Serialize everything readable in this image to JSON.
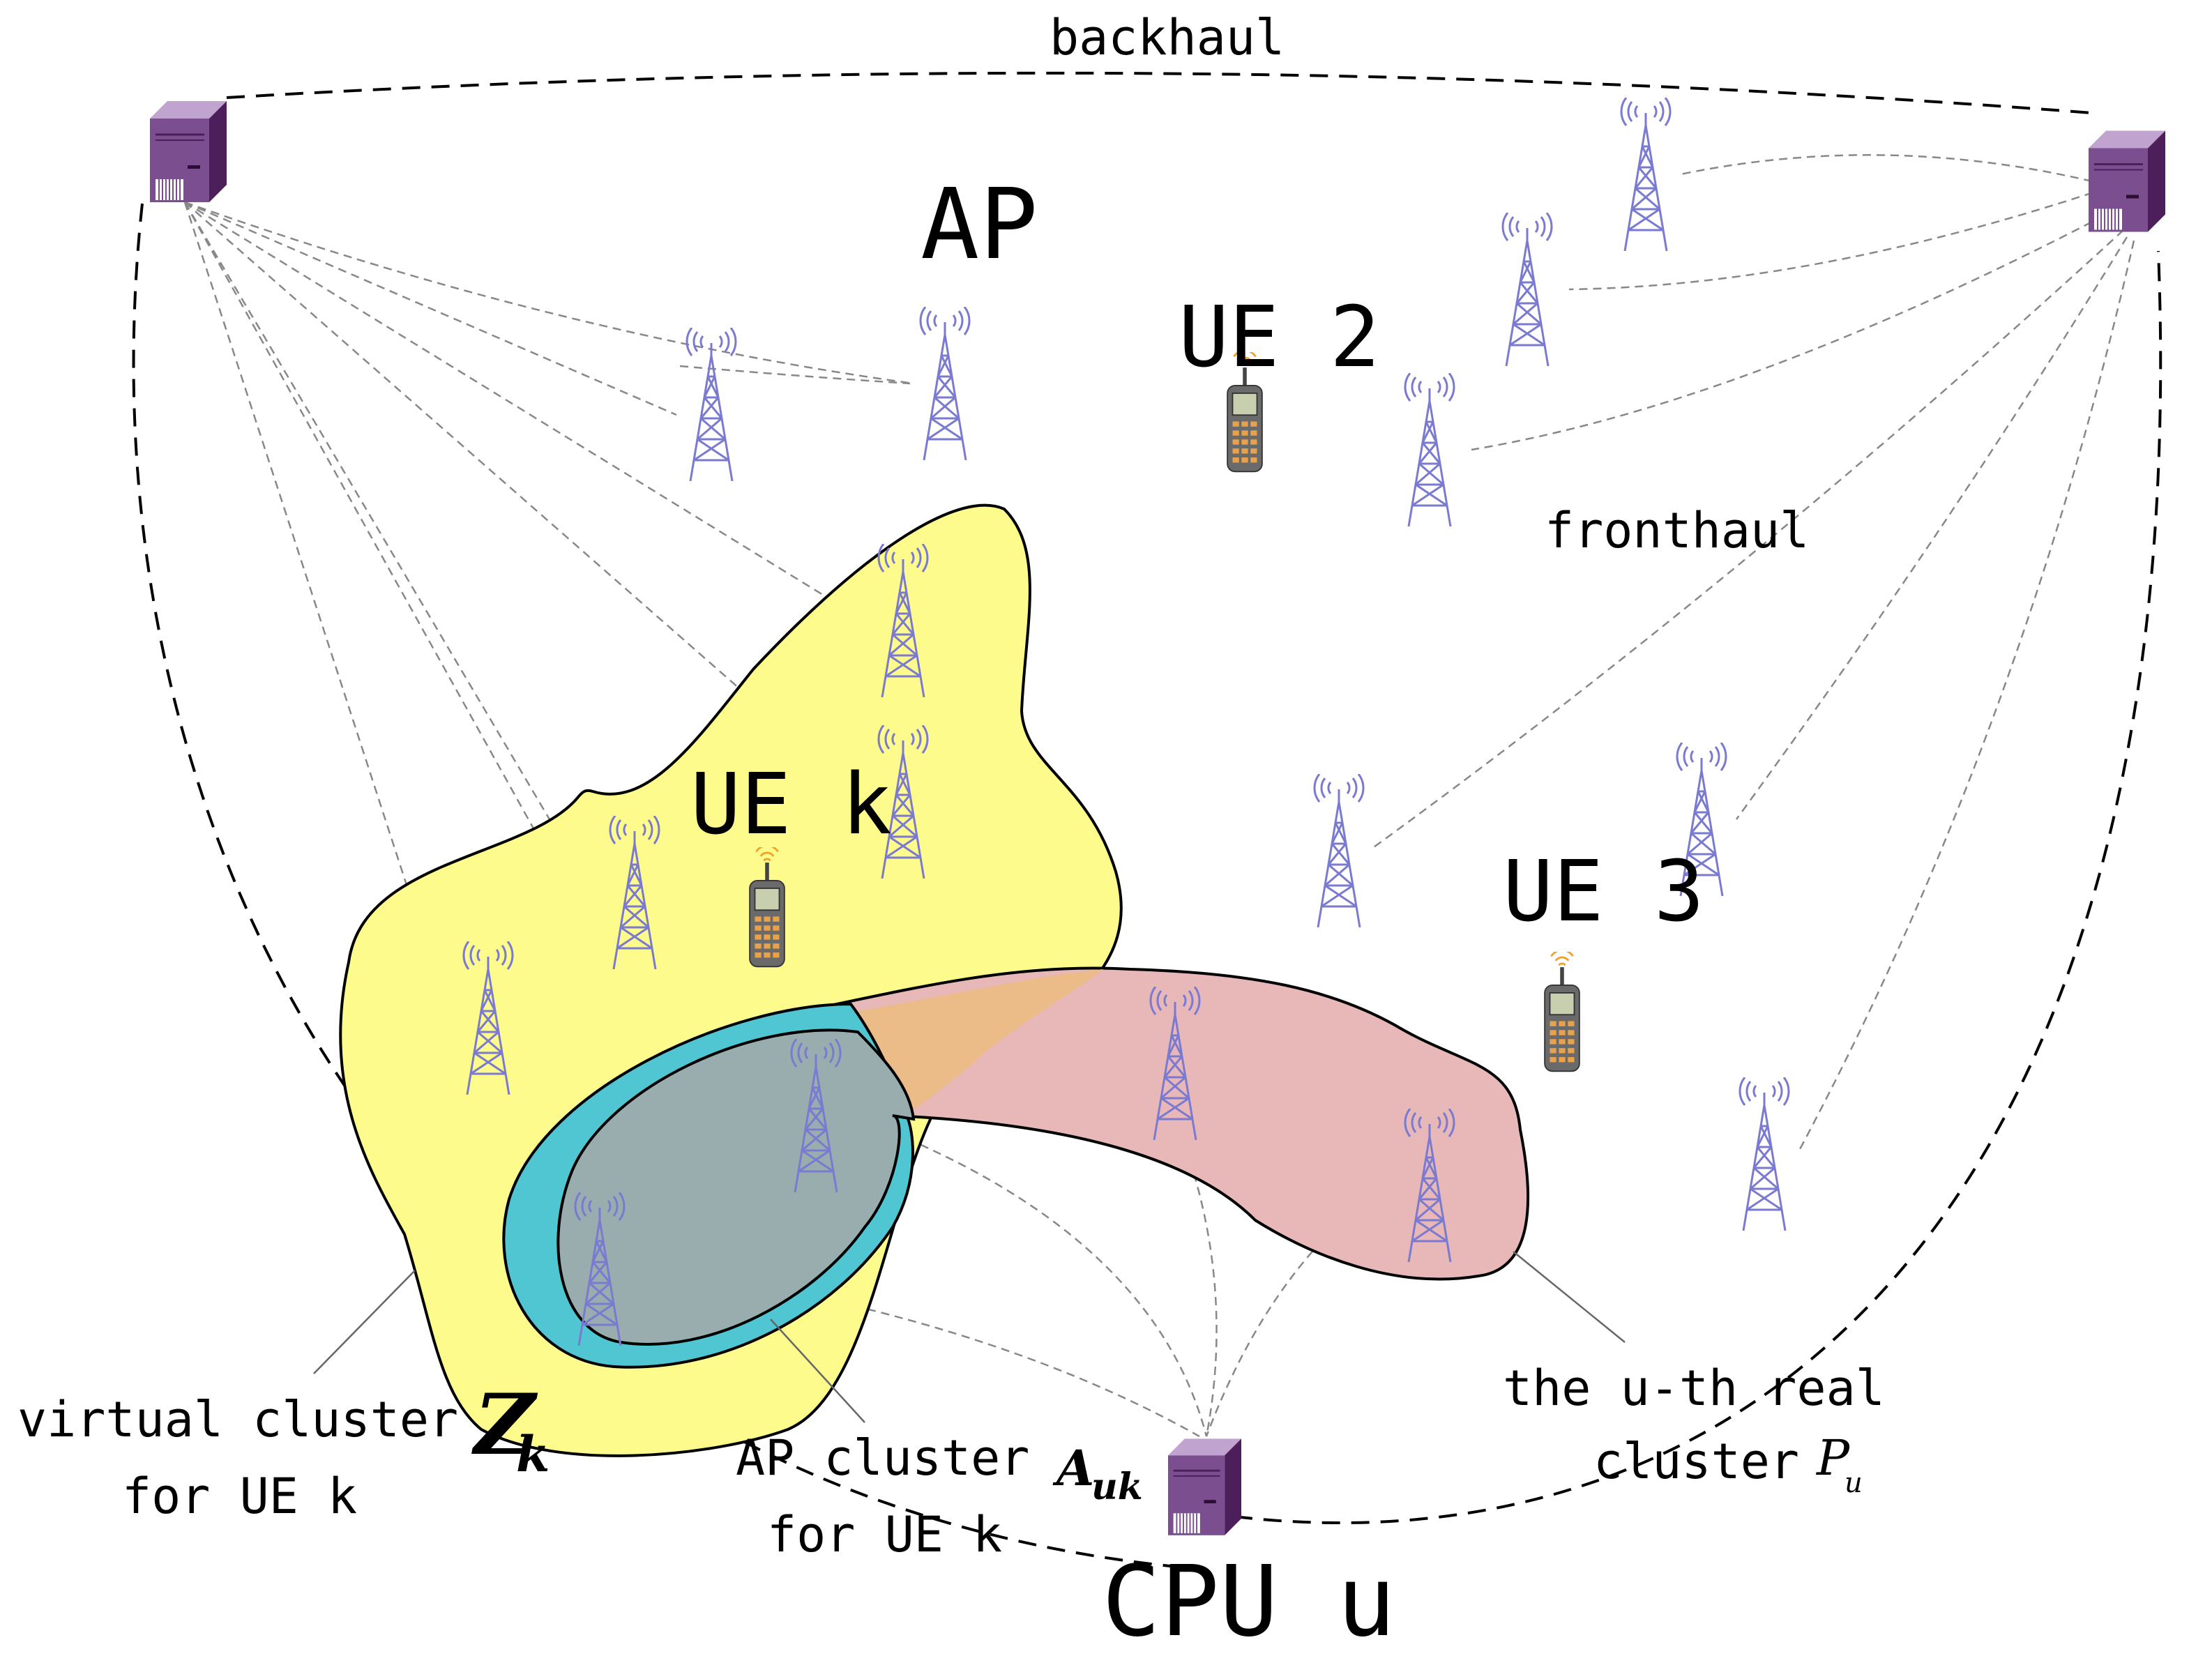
{
  "labels": {
    "backhaul": "backhaul",
    "ap": "AP",
    "ue2": "UE 2",
    "uek": "UE k",
    "ue3": "UE 3",
    "fronthaul": "fronthaul",
    "virtual_line1": "virtual cluster",
    "virtual_symbol": "Z",
    "virtual_sub": "k",
    "virtual_line2": "for UE k",
    "ap_cluster_line1": "AP cluster",
    "ap_cluster_symbol": "A",
    "ap_cluster_sub": "uk",
    "ap_cluster_line2": "for UE k",
    "real_line1": "the u-th real",
    "real_line2": "cluster",
    "real_symbol": "P",
    "real_sub": "u",
    "cpu": "CPU u"
  },
  "icons": {
    "server": "server-icon",
    "tower": "antenna-tower-icon",
    "phone": "mobile-phone-icon"
  },
  "colors": {
    "virtual_cluster": "#fdfb8c",
    "ap_cluster": "#4fc6d2",
    "ap_cluster_inner": "#99adaf",
    "real_cluster": "#e8b8b8",
    "overlap": "#ebbb88",
    "server": "#7b4f8f",
    "tower": "#7777cc"
  }
}
